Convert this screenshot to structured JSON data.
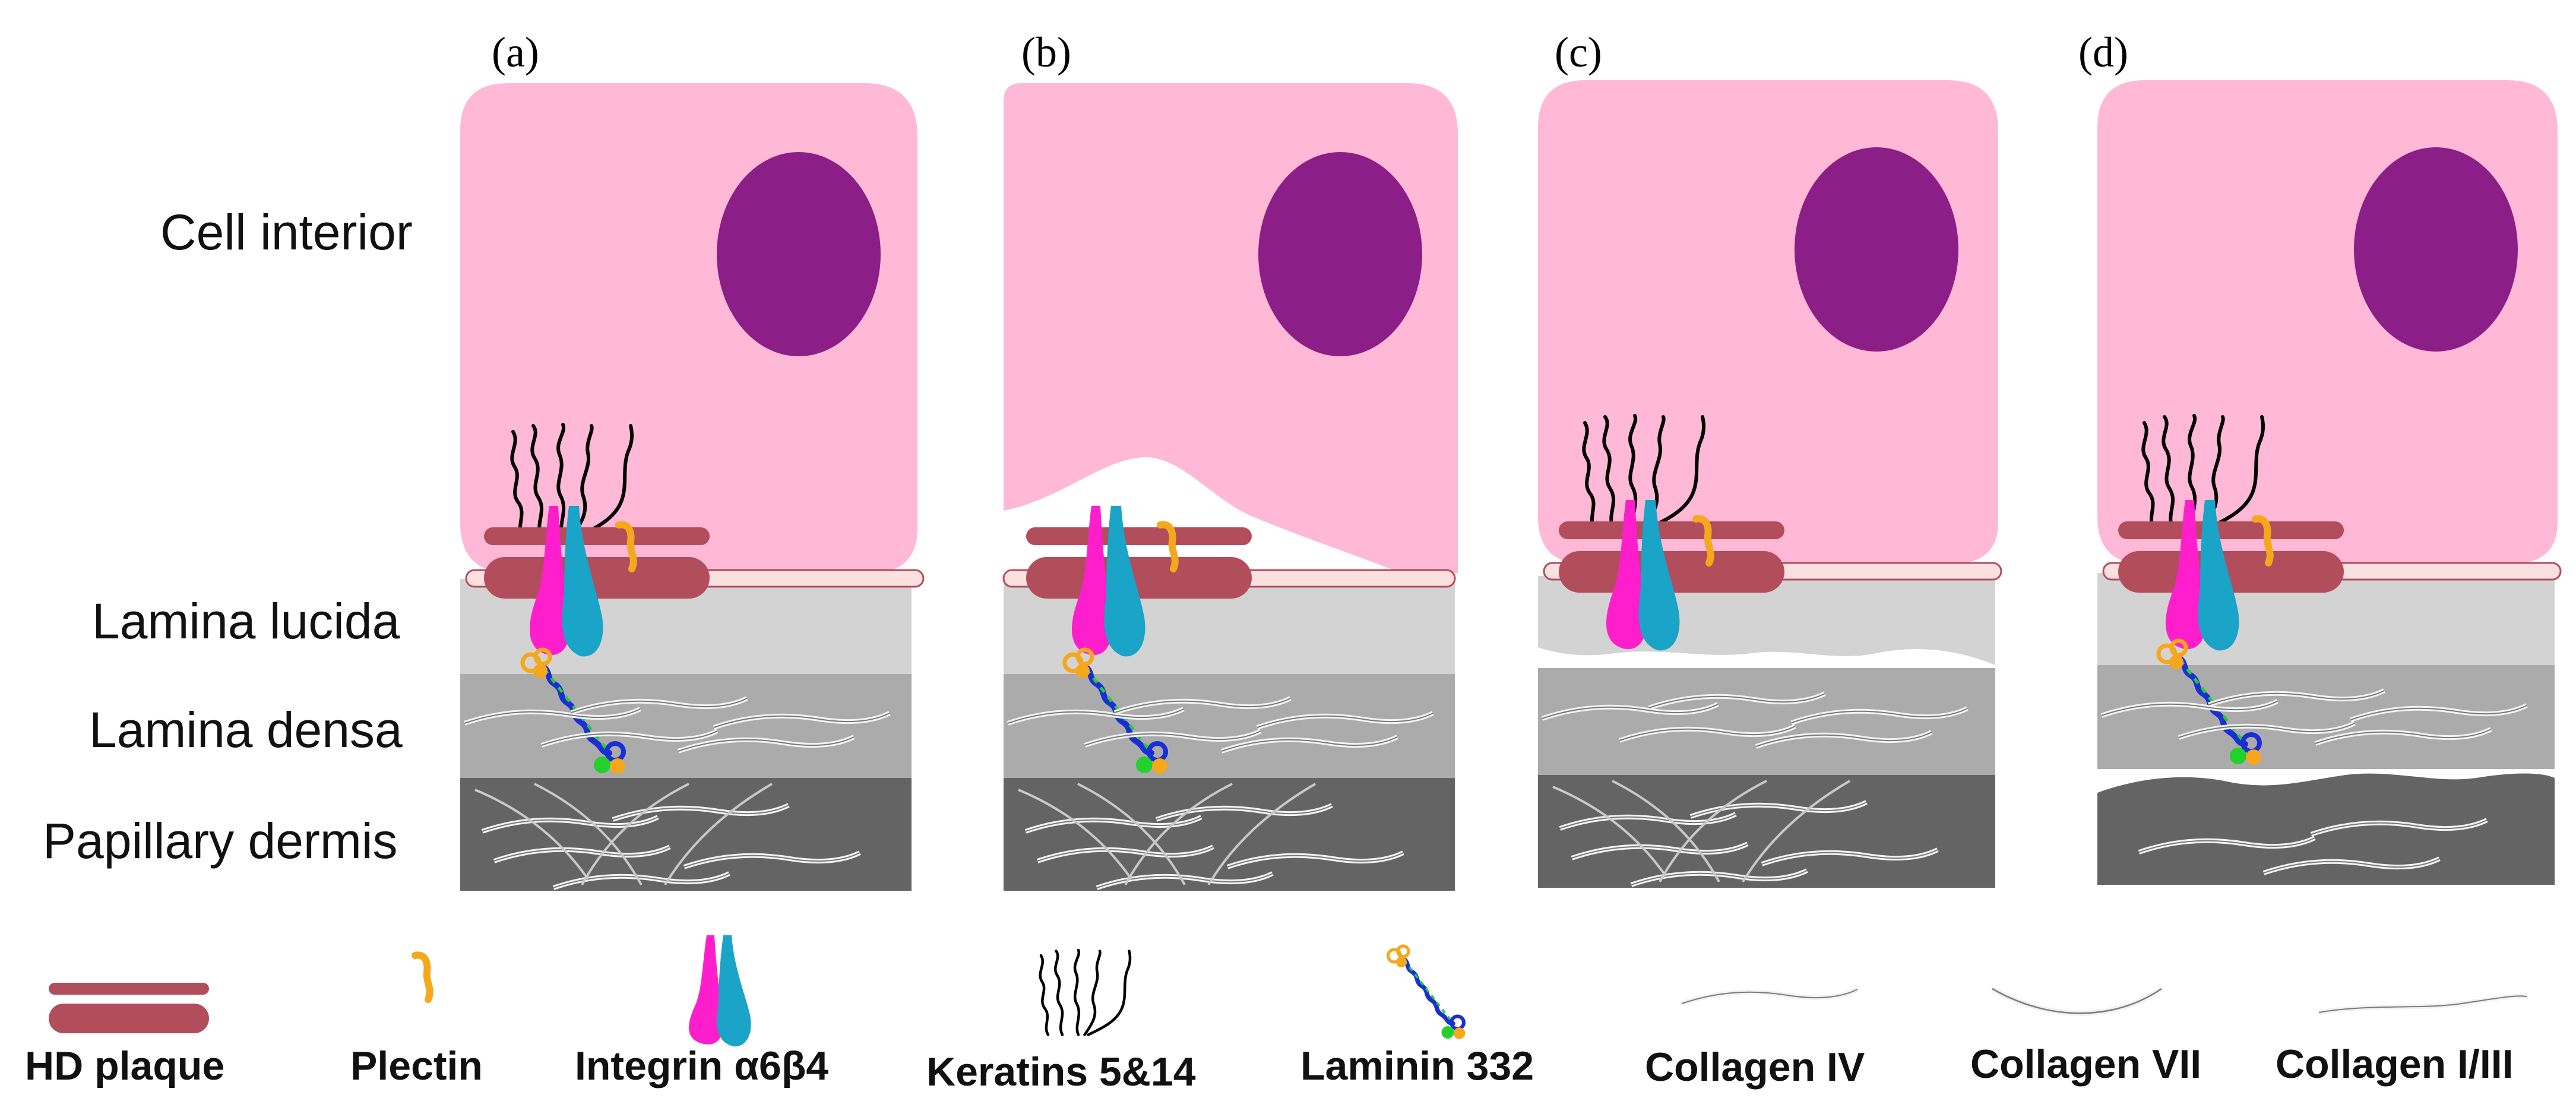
{
  "panels": [
    {
      "letter": "(a)"
    },
    {
      "letter": "(b)"
    },
    {
      "letter": "(c)"
    },
    {
      "letter": "(d)"
    }
  ],
  "row_labels": {
    "cell_interior": "Cell interior",
    "lamina_lucida": "Lamina lucida",
    "lamina_densa": "Lamina densa",
    "papillary_dermis": "Papillary dermis"
  },
  "legend": {
    "hd_plaque": "HD plaque",
    "plectin": "Plectin",
    "integrin": "Integrin α6β4",
    "keratins": "Keratins 5&14",
    "laminin": "Laminin 332",
    "collagen_iv": "Collagen IV",
    "collagen_vii": "Collagen VII",
    "collagen_i_iii": "Collagen I/III"
  },
  "colors": {
    "cell": "#ffb8d5",
    "nucleus": "#8b1f87",
    "membrane": "#fbe0e0",
    "hd_plaque": "#b24d5c",
    "plectin": "#f5a81c",
    "integrin_alpha6": "#ff1ecb",
    "integrin_beta4": "#19a4c8",
    "keratin": "#000000",
    "laminin_chain": "#1a2ed6",
    "laminin_green": "#22d12b",
    "laminin_orange": "#f5a81c",
    "lamina_lucida": "#d3d3d3",
    "lamina_densa": "#ababab",
    "papillary_dermis": "#646464",
    "collagen_stroke": "#c9c9c9"
  }
}
